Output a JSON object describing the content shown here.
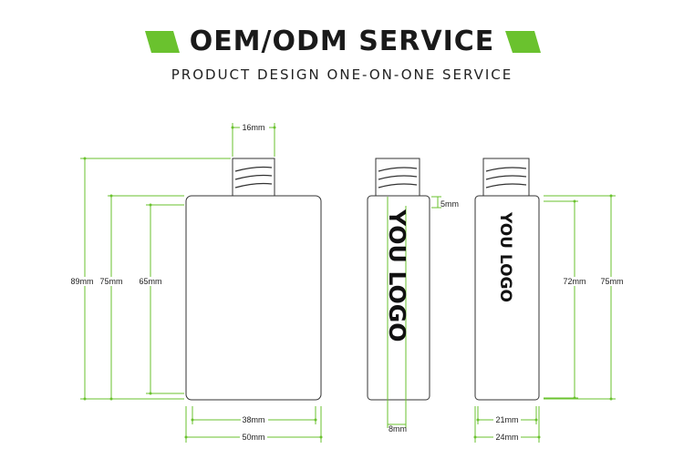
{
  "header": {
    "title": "OEM/ODM SERVICE",
    "subtitle": "PRODUCT DESIGN ONE-ON-ONE SERVICE",
    "accent_color": "#6ac22e"
  },
  "front_view": {
    "cap_width": "16mm",
    "total_height": "89mm",
    "body_height": "75mm",
    "label_height": "65mm",
    "label_width": "38mm",
    "body_width": "50mm"
  },
  "side_view": {
    "logo_text": "YOU LOGO",
    "shoulder": "5mm",
    "thickness": "8mm"
  },
  "back_view": {
    "logo_text": "YOU LOGO",
    "label_height": "72mm",
    "body_height": "75mm",
    "label_width": "21mm",
    "body_width": "24mm"
  }
}
